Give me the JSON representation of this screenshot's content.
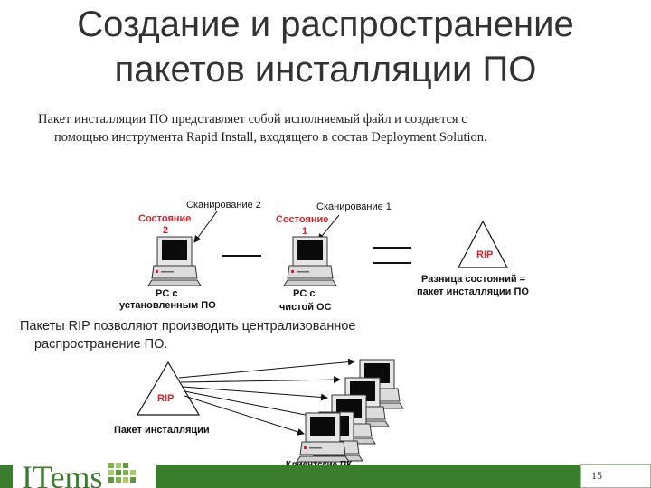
{
  "slide": {
    "title_line1": "Создание и распространение",
    "title_line2": "пакетов инсталляции ПО",
    "para1_line1": "Пакет инсталляции ПО представляет собой исполняемый файл и создается с",
    "para1_line2": "помощью инструмента Rapid Install, входящего в состав Deployment Solution.",
    "para2_line1": "Пакеты RIP позволяют производить централизованное",
    "para2_line2": "распространение ПО.",
    "page_number": "15"
  },
  "diagram1": {
    "scan2": "Сканирование 2",
    "scan1": "Сканирование 1",
    "state2_a": "Состояние",
    "state2_b": "2",
    "state1_a": "Состояние",
    "state1_b": "1",
    "pc_left_a": "PC  с",
    "pc_left_b": "установленным ПО",
    "pc_mid_a": "PC с",
    "pc_mid_b": "чистой ОС",
    "rip": "RIP",
    "diff_a": "Разница состояний =",
    "diff_b": "пакет инсталляции ПО"
  },
  "diagram2": {
    "rip": "RIP",
    "package_label": "Пакет инсталляции",
    "clients_label": "Клиентские ПК"
  },
  "logo": {
    "text": "ITems"
  },
  "colors": {
    "accent_red": "#d2232a",
    "logo_green": "#3a7d2c",
    "title_gray": "#333333"
  }
}
